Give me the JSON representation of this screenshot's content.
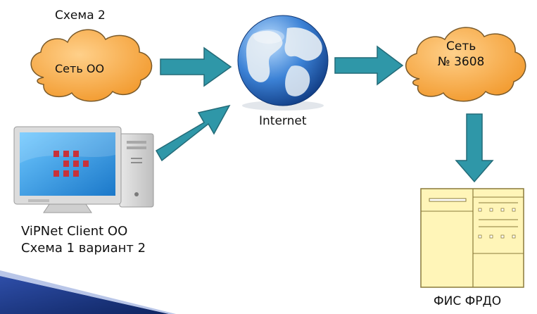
{
  "scheme_title": "Схема 2",
  "cloud_left": {
    "label": "Сеть ОО"
  },
  "globe": {
    "label": "Internet"
  },
  "cloud_right": {
    "line1": "Сеть",
    "line2": "№ 3608"
  },
  "computer": {
    "line1": "ViPNet Client ОО",
    "line2": "Схема 1 вариант 2"
  },
  "document": {
    "label": "ФИС ФРДО"
  },
  "colors": {
    "cloud_fill": "#f6a43c",
    "cloud_stroke": "#7a5a2a",
    "arrow_fill": "#2f97a8",
    "arrow_stroke": "#236b78",
    "globe_ocean": "#2f6fc2",
    "doc_fill": "#fff5b8",
    "doc_stroke": "#8a7a3a",
    "tile_red": "#c8323a",
    "corner_dark": "#1c3b8a"
  }
}
